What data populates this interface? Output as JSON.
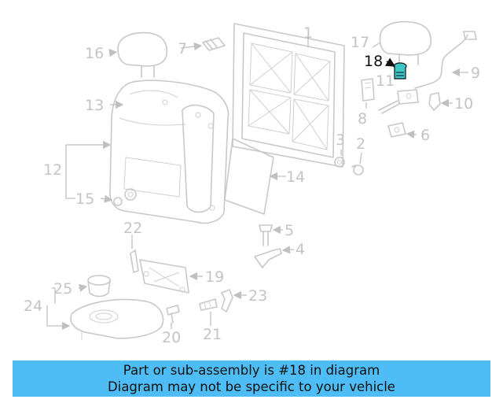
{
  "diagram": {
    "callouts": [
      "1",
      "2",
      "3",
      "4",
      "5",
      "6",
      "7",
      "8",
      "9",
      "10",
      "11",
      "12",
      "13",
      "14",
      "15",
      "16",
      "17",
      "18",
      "19",
      "20",
      "21",
      "22",
      "23",
      "24",
      "25"
    ],
    "highlighted": "18",
    "highlight_color": "#3cc8c8"
  },
  "banner": {
    "line1": "Part or sub-assembly is #18 in diagram",
    "line2": "Diagram may not be specific to your vehicle",
    "background": "#4fbdf5"
  }
}
